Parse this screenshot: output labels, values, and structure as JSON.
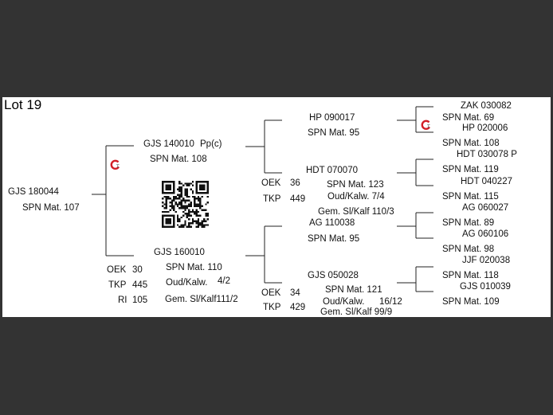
{
  "title": "Lot 19",
  "animal": {
    "name": "GJS 180044",
    "spn": "SPN Mat. 107"
  },
  "sire": {
    "name": "GJS 140010",
    "tag": "Pp(c)",
    "spn": "SPN Mat. 108"
  },
  "dam": {
    "name": "GJS 160010",
    "oek_label": "OEK",
    "oek": "30",
    "tkp_label": "TKP",
    "tkp": "445",
    "ri_label": "RI",
    "ri": "105",
    "spn": "SPN Mat. 110",
    "oud_label": "Oud/Kalw.",
    "oud": "4/2",
    "gem": "Gem. Sl/Kalf111/2"
  },
  "ss": {
    "name": "HP 090017",
    "spn": "SPN Mat. 95"
  },
  "sd": {
    "name": "HDT 070070",
    "oek_label": "OEK",
    "oek": "36",
    "tkp_label": "TKP",
    "tkp": "449",
    "spn": "SPN Mat. 123",
    "oud": "Oud/Kalw.  7/4",
    "gem": "Gem. Sl/Kalf  110/3"
  },
  "ds": {
    "name": "AG  110038",
    "spn": "SPN Mat. 95"
  },
  "dd": {
    "name": "GJS 050028",
    "oek_label": "OEK",
    "oek": "34",
    "tkp_label": "TKP",
    "tkp": "429",
    "spn": "SPN Mat. 121",
    "oud_label": "Oud/Kalw.",
    "oud": "16/12",
    "gem": "Gem. Sl/Kalf  99/9"
  },
  "gg": [
    {
      "name": "ZAK 030082",
      "spn": "SPN Mat. 69"
    },
    {
      "name": "HP  020006",
      "spn": "SPN Mat. 108"
    },
    {
      "name": "HDT 030078  P",
      "spn": "SPN Mat. 119"
    },
    {
      "name": "HDT 040227",
      "spn": "SPN Mat. 115"
    },
    {
      "name": "AG  060027",
      "spn": "SPN Mat. 89"
    },
    {
      "name": "AG  060106",
      "spn": "SPN Mat. 98"
    },
    {
      "name": "JJF 020038",
      "spn": "SPN Mat. 118"
    },
    {
      "name": "GJS 010039",
      "spn": "SPN Mat. 109"
    }
  ],
  "icons": {
    "logo": "breed-logo-icon",
    "qr": "qr-code-icon"
  },
  "colors": {
    "background": "#333333",
    "card": "#ffffff",
    "logo_red": "#d21f26"
  }
}
